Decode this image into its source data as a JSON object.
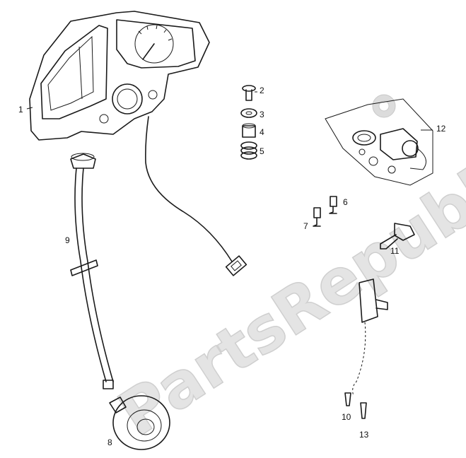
{
  "watermark": "PartsRepublik",
  "callouts": {
    "c1": "1",
    "c2": "2",
    "c3": "3",
    "c4": "4",
    "c5": "5",
    "c6": "6",
    "c7": "7",
    "c8": "8",
    "c9": "9",
    "c10": "10",
    "c11": "11",
    "c12": "12",
    "c13": "13"
  }
}
